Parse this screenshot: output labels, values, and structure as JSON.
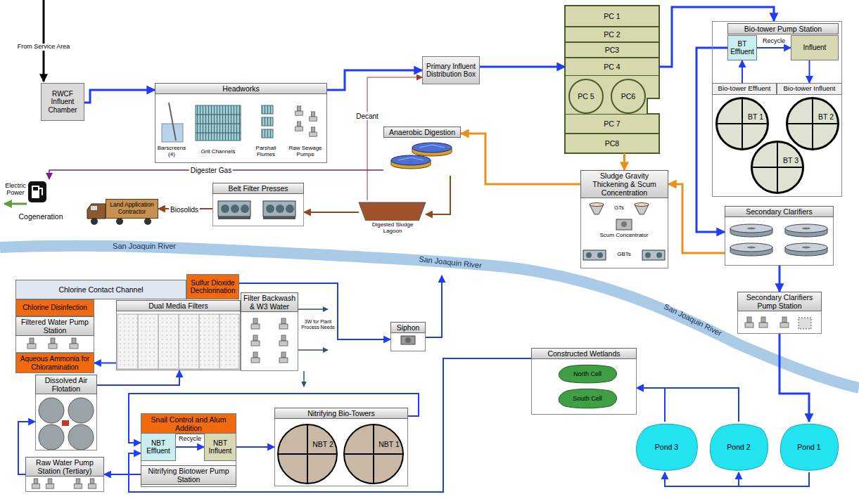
{
  "diagram": {
    "nodes": [
      {
        "text": [
          "RWCF Influent Chamber"
        ]
      },
      {
        "text": [
          "Headworks",
          "Barscreens (4)",
          "Grit Channels",
          "Parshall Flumes",
          "Raw Sewage Pumps"
        ]
      },
      {
        "text": [
          "Primary Influent Distribution Box"
        ]
      },
      {
        "text": [
          "PC 1"
        ]
      },
      {
        "text": [
          "PC 2"
        ]
      },
      {
        "text": [
          "PC3"
        ]
      },
      {
        "text": [
          "PC 4"
        ]
      },
      {
        "text": [
          "PC 5"
        ]
      },
      {
        "text": [
          "PC6"
        ]
      },
      {
        "text": [
          "PC 7"
        ]
      },
      {
        "text": [
          "PC8"
        ]
      },
      {
        "text": [
          "Bio-tower Pump Station"
        ]
      },
      {
        "text": [
          "BT Effluent"
        ],
        "in": 11
      },
      {
        "text": [
          "Influent"
        ],
        "in": 11
      },
      {
        "text": [
          "Bio-tower Effluent"
        ],
        "in": 11
      },
      {
        "text": [
          "Bio-tower Influent"
        ],
        "in": 11
      },
      {
        "text": [
          "BT 1"
        ],
        "in": 11
      },
      {
        "text": [
          "BT 2"
        ],
        "in": 11
      },
      {
        "text": [
          "BT 3"
        ],
        "in": 11
      },
      {
        "text": [
          "Anaerobic Digestion"
        ]
      },
      {
        "text": [
          "Cogeneration"
        ]
      },
      {
        "text": [
          "Belt Filter Presses"
        ]
      },
      {
        "text": [
          "Land Application Contractor"
        ]
      },
      {
        "text": [
          "Digested Sludge Lagoon"
        ]
      },
      {
        "text": [
          "Sludge Gravity Thickening & Scum Concentration",
          "GTs",
          "Scum Concentrator",
          "GBTs"
        ]
      },
      {
        "text": [
          "Secondary Clarifiers"
        ]
      },
      {
        "text": [
          "Secondary Clarifiers Pump Station"
        ]
      },
      {
        "text": [
          "Chlorine Contact Channel"
        ]
      },
      {
        "text": [
          "Sulfur Dioxide Dechlorination"
        ]
      },
      {
        "text": [
          "Chlorine Disinfection"
        ]
      },
      {
        "text": [
          "Filtered Water Pump Station"
        ]
      },
      {
        "text": [
          "Aqueous Ammonia for Chloramination"
        ]
      },
      {
        "text": [
          "Dual Media Filters"
        ]
      },
      {
        "text": [
          "Filter Backwash & W3 Water"
        ]
      },
      {
        "text": [
          "Siphon"
        ]
      },
      {
        "text": [
          "Dissolved Air Flotation"
        ]
      },
      {
        "text": [
          "Raw Water Pump Station (Tertiary)"
        ]
      },
      {
        "text": [
          "Snail Control and Alum Addition"
        ]
      },
      {
        "text": [
          "Nitrifying Biotower Pump Station"
        ]
      },
      {
        "text": [
          "NBT Effluent"
        ],
        "in": 38
      },
      {
        "text": [
          "NBT Influent"
        ],
        "in": 38
      },
      {
        "text": [
          "Nitrifying Bio-Towers"
        ]
      },
      {
        "text": [
          "NBT 2"
        ],
        "in": 41
      },
      {
        "text": [
          "NBT 1"
        ],
        "in": 41
      },
      {
        "text": [
          "Constructed Wetlands"
        ]
      },
      {
        "text": [
          "North Cell"
        ],
        "in": 44
      },
      {
        "text": [
          "South Cell"
        ],
        "in": 44
      },
      {
        "text": [
          "Pond 3"
        ]
      },
      {
        "text": [
          "Pond 2"
        ]
      },
      {
        "text": [
          "Pond 1"
        ]
      }
    ],
    "edges": [
      {
        "from": 0,
        "to": 1,
        "arrow": "to"
      },
      {
        "from": 1,
        "to": 2,
        "arrow": "to"
      },
      {
        "from": 2,
        "to": 6,
        "arrow": "to"
      },
      {
        "from": 6,
        "to": 11,
        "arrow": "to"
      },
      {
        "from": 12,
        "to": 13,
        "arrow": "to",
        "label": "Recycle"
      },
      {
        "from": 13,
        "to": 15,
        "arrow": "to"
      },
      {
        "from": 14,
        "to": 12,
        "arrow": "to"
      },
      {
        "from": 12,
        "to": 25,
        "arrow": "to"
      },
      {
        "from": 10,
        "to": 24,
        "arrow": "to"
      },
      {
        "from": 25,
        "to": 24,
        "arrow": "to"
      },
      {
        "from": 24,
        "to": 19,
        "arrow": "to"
      },
      {
        "from": 19,
        "to": 23,
        "arrow": "to"
      },
      {
        "from": 23,
        "to": 2,
        "arrow": "to",
        "label": "Decant"
      },
      {
        "from": 23,
        "to": 21,
        "arrow": "to"
      },
      {
        "from": 21,
        "to": 22,
        "arrow": "to",
        "label": "Biosolids"
      },
      {
        "from": 19,
        "to": 20,
        "arrow": "to",
        "label": "Digester Gas"
      },
      {
        "from": 25,
        "to": 26,
        "arrow": "to"
      },
      {
        "from": 26,
        "to": 49,
        "arrow": "to"
      },
      {
        "from": 49,
        "to": 48,
        "arrow": "to"
      },
      {
        "from": 49,
        "to": 47,
        "arrow": "to"
      },
      {
        "from": 48,
        "to": 44,
        "arrow": "to"
      },
      {
        "from": 47,
        "to": 44,
        "arrow": "to"
      },
      {
        "from": 44,
        "to": 39,
        "arrow": "to"
      },
      {
        "from": 41,
        "to": 39,
        "arrow": "to"
      },
      {
        "from": 39,
        "to": 40,
        "arrow": "to",
        "label": "Recycle"
      },
      {
        "from": 40,
        "to": 41,
        "arrow": "to"
      },
      {
        "from": 38,
        "to": 36,
        "arrow": "to"
      },
      {
        "from": 36,
        "to": 35,
        "arrow": "to"
      },
      {
        "from": 35,
        "to": 32,
        "arrow": "to"
      },
      {
        "from": 32,
        "to": 31,
        "arrow": "to"
      },
      {
        "from": 28,
        "to": 34,
        "arrow": "to"
      }
    ],
    "labels": [
      "From Service Area",
      "Electric Power",
      "San Joaquin River",
      "San Joaquin River",
      "San Joaquin River",
      "3W for Plant Process Needs"
    ]
  }
}
